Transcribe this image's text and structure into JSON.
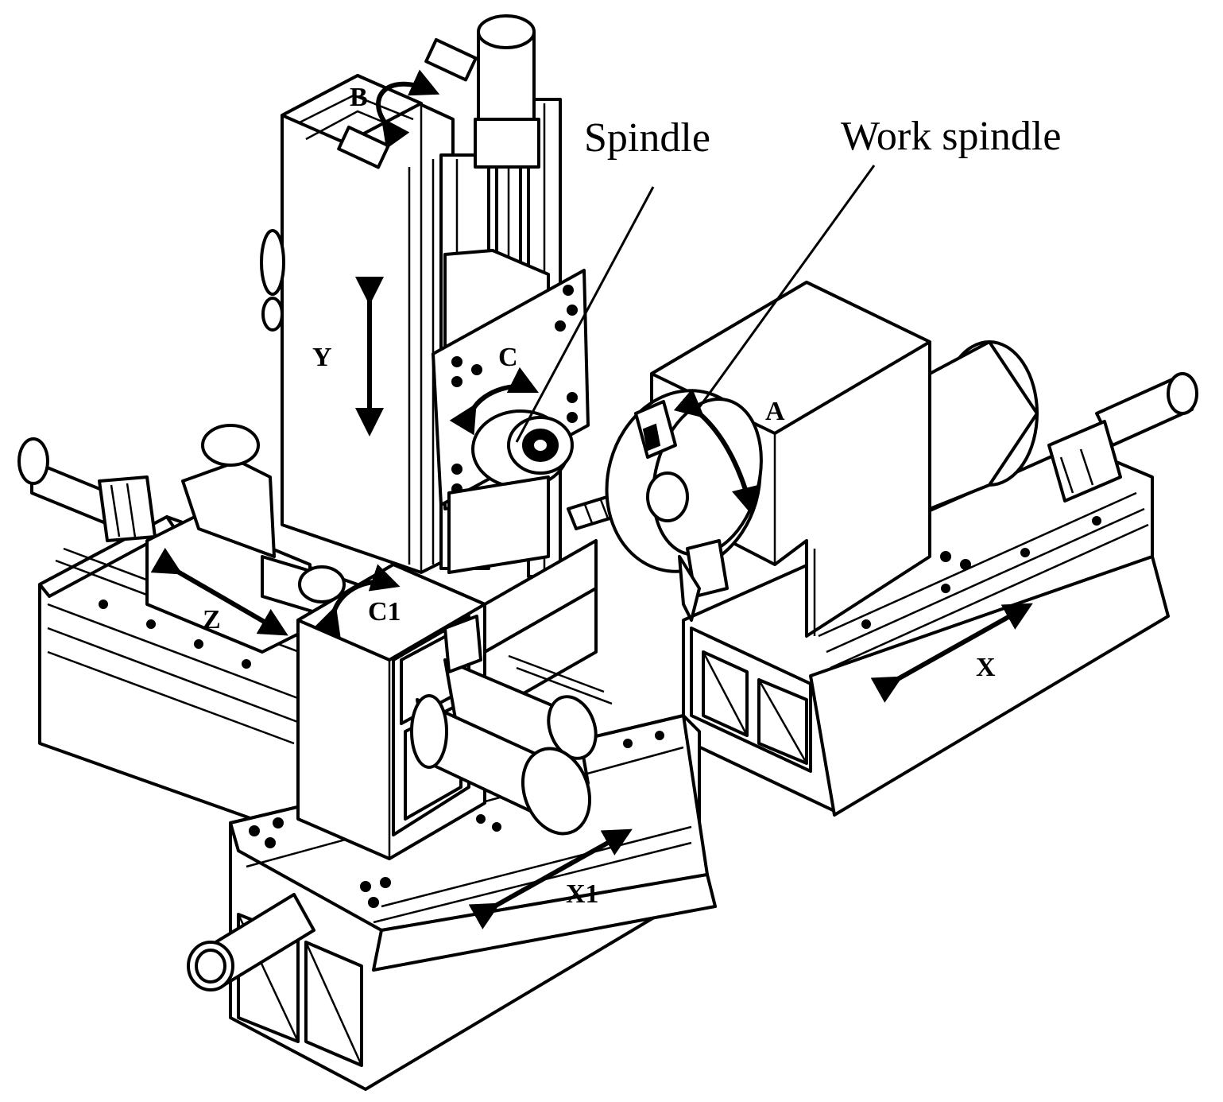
{
  "callouts": {
    "spindle": "Spindle",
    "work_spindle": "Work spindle"
  },
  "axes": {
    "b": "B",
    "c": "C",
    "y": "Y",
    "a": "A",
    "z": "Z",
    "c1": "C1",
    "x": "X",
    "x1": "X1"
  },
  "colors": {
    "line": "#000000",
    "background": "#ffffff"
  }
}
